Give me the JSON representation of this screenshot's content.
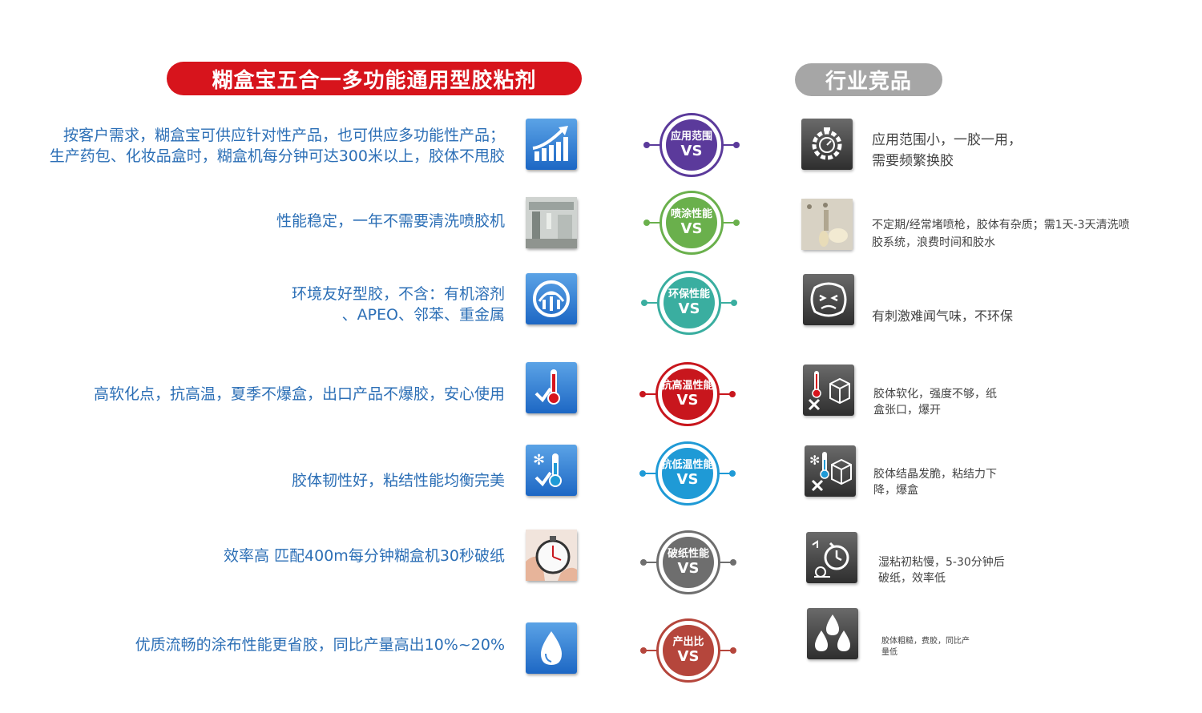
{
  "header": {
    "left_title": "糊盒宝五合一多功能通用型胶粘剂",
    "right_title": "行业竞品"
  },
  "rows": [
    {
      "left_lines": [
        "按客户需求，糊盒宝可供应针对性产品，也可供应多功能性产品；",
        "生产药包、化妆品盒时，糊盒机每分钟可达300米以上，胶体不甩胶"
      ],
      "left_icon": "growth-chart-icon",
      "vs_label": "应用范围",
      "vs_text": "VS",
      "vs_color": "#5b3a9b",
      "right_icon": "gear-timer-icon",
      "right_lines": [
        "应用范围小，一胶一用，",
        "需要频繁换胶"
      ]
    },
    {
      "left_lines": [
        "性能稳定，一年不需要清洗喷胶机"
      ],
      "left_icon": "machine-photo-icon",
      "vs_label": "喷涂性能",
      "vs_text": "VS",
      "vs_color": "#6ab04c",
      "right_icon": "clogged-nozzle-photo-icon",
      "right_lines": [
        "不定期/经常堵喷枪，胶体有杂质；需1天-3天清洗喷",
        "胶系统，浪费时间和胶水"
      ]
    },
    {
      "left_lines": [
        "环境友好型胶，不含：有机溶剂",
        "、APEO、邻苯、重金属"
      ],
      "left_icon": "eco-leaf-icon",
      "vs_label": "环保性能",
      "vs_text": "VS",
      "vs_color": "#3aaea0",
      "right_icon": "sad-face-icon",
      "right_lines": [
        "有刺激难闻气味，不环保"
      ]
    },
    {
      "left_lines": [
        "高软化点，抗高温，夏季不爆盒，出口产品不爆胶，安心使用"
      ],
      "left_icon": "thermometer-check-icon",
      "vs_label": "抗高温性能",
      "vs_text": "VS",
      "vs_color": "#c8161d",
      "right_icon": "thermometer-box-x-icon",
      "right_lines": [
        "胶体软化，强度不够，纸",
        "盒张口，爆开"
      ]
    },
    {
      "left_lines": [
        "胶体韧性好，粘结性能均衡完美"
      ],
      "left_icon": "snowflake-thermometer-icon",
      "vs_label": "抗低温性能",
      "vs_text": "VS",
      "vs_color": "#1f9ad6",
      "right_icon": "snowflake-box-x-icon",
      "right_lines": [
        "胶体结晶发脆，粘结力下",
        "降，爆盒"
      ]
    },
    {
      "left_lines": [
        "效率高  匹配400m每分钟糊盒机30秒破纸"
      ],
      "left_icon": "stopwatch-photo-icon",
      "vs_label": "破纸性能",
      "vs_text": "VS",
      "vs_color": "#6e6e6e",
      "right_icon": "snail-clock-icon",
      "right_lines": [
        "湿粘初粘慢，5-30分钟后",
        "破纸，效率低"
      ]
    },
    {
      "left_lines": [
        "优质流畅的涂布性能更省胶，同比产量高出10%~20%"
      ],
      "left_icon": "water-drop-icon",
      "vs_label": "产出比",
      "vs_text": "VS",
      "vs_color": "#b5463c",
      "right_icon": "three-drops-icon",
      "right_lines": [
        "胶体粗糙，费胶，同比产",
        "量低"
      ]
    }
  ]
}
